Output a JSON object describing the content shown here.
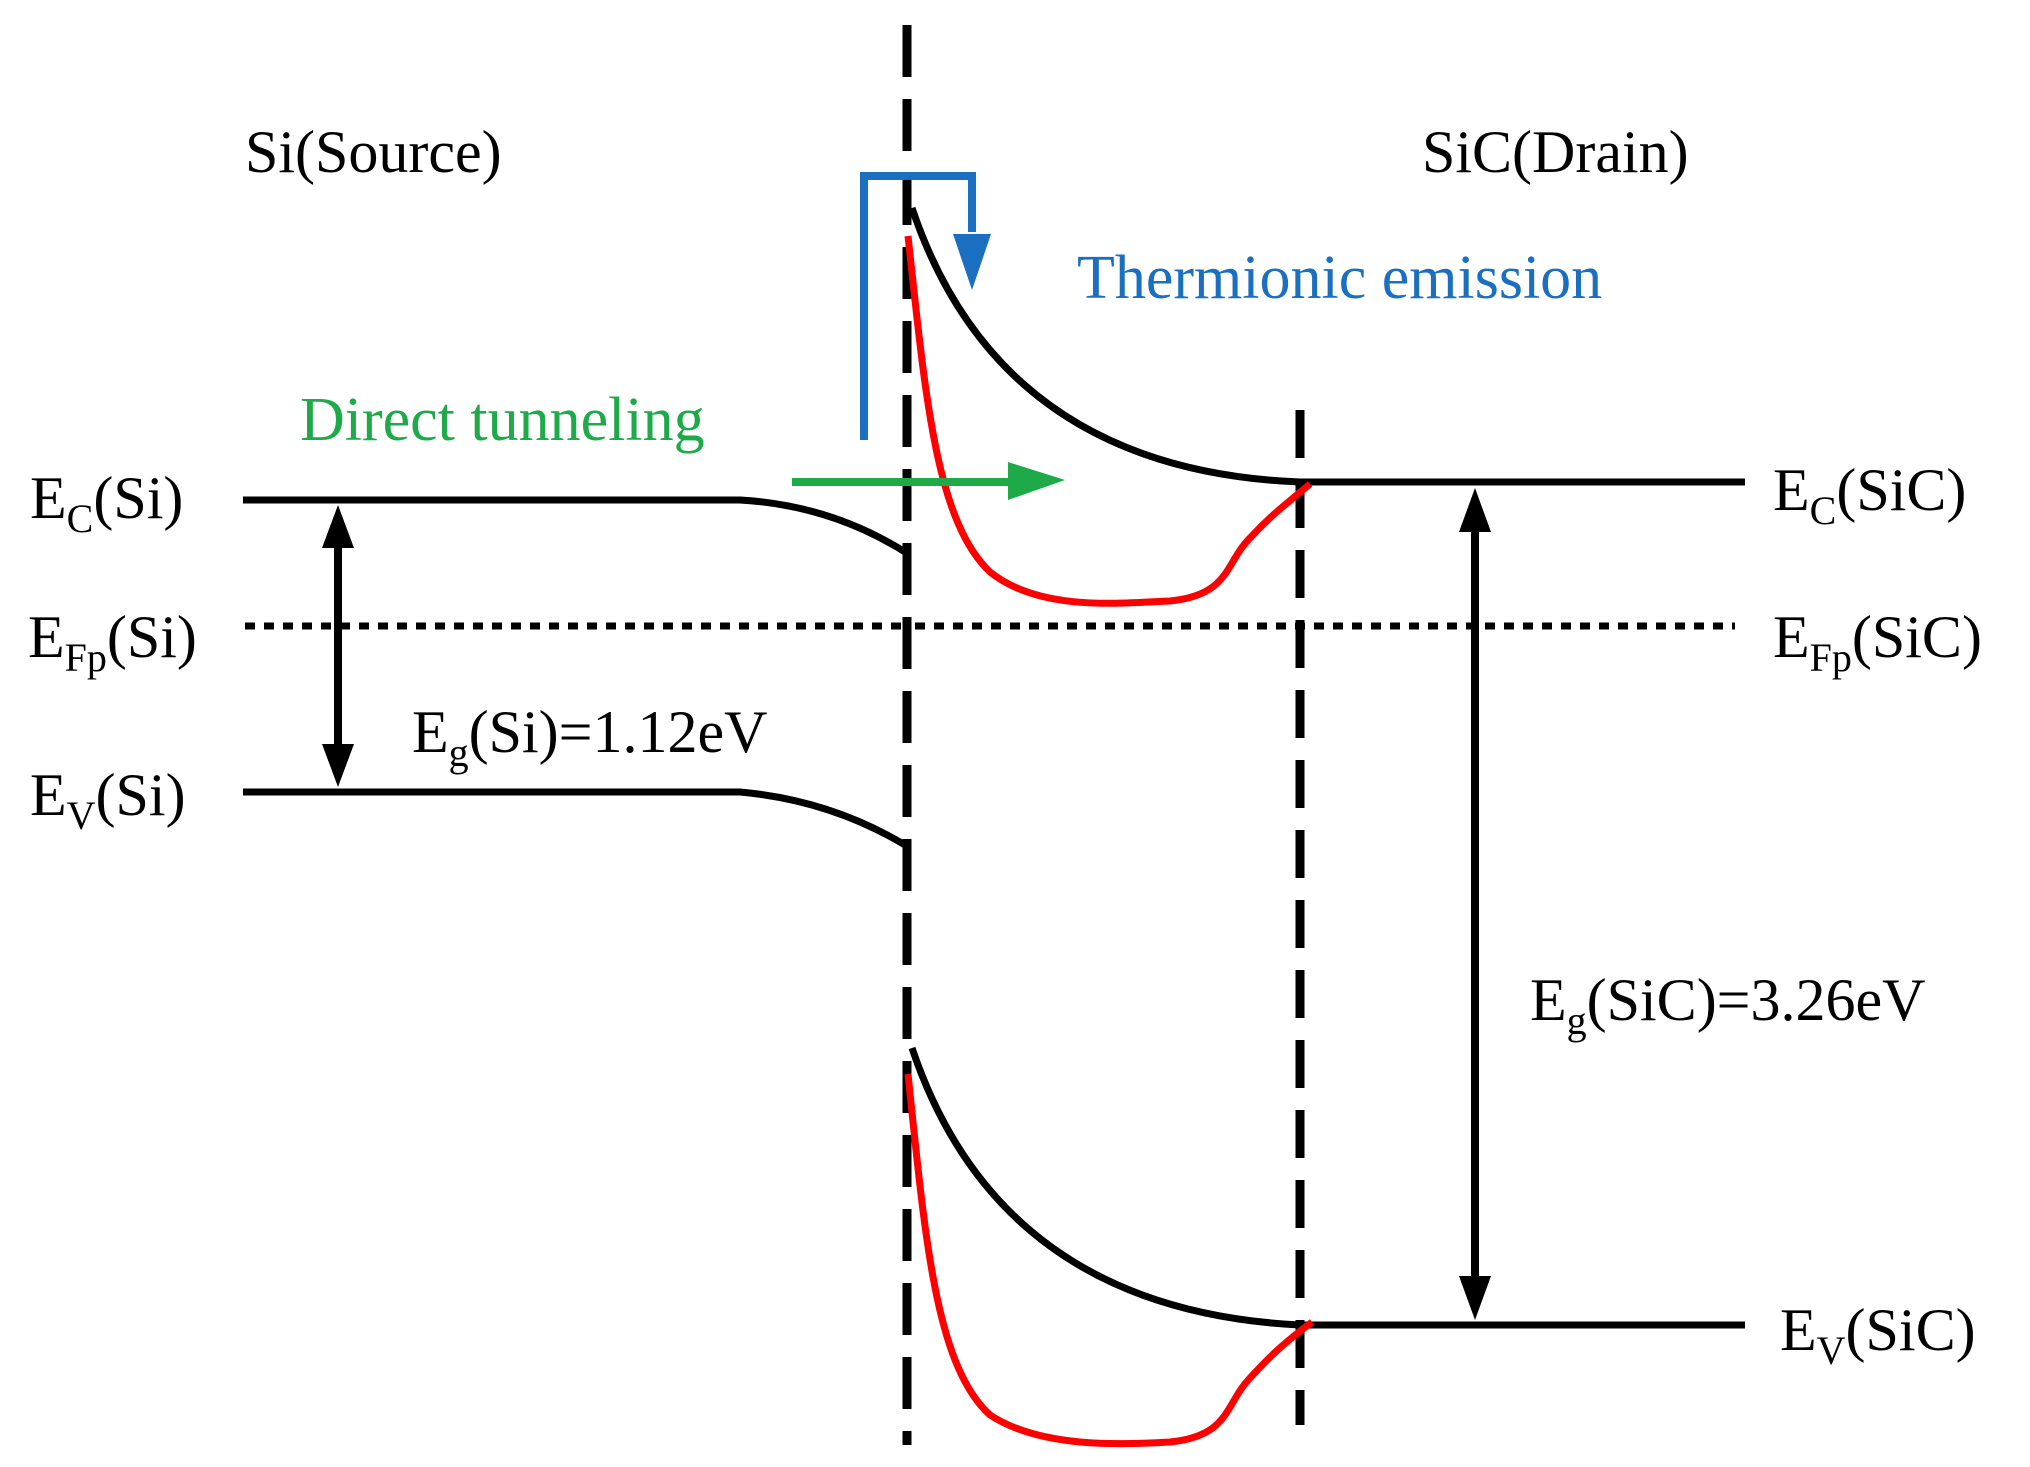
{
  "regions": {
    "source": "Si(Source)",
    "drain": "SiC(Drain)"
  },
  "mechanisms": {
    "thermionic": "Thermionic emission",
    "tunneling": "Direct tunneling"
  },
  "left_bands": {
    "ec": {
      "main": "E",
      "sub": "C",
      "rest": "(Si)"
    },
    "efp": {
      "main": "E",
      "sub": "Fp",
      "rest": "(Si)"
    },
    "ev": {
      "main": "E",
      "sub": "V",
      "rest": "(Si)"
    }
  },
  "right_bands": {
    "ec": {
      "main": "E",
      "sub": "C",
      "rest": "(SiC)"
    },
    "efp": {
      "main": "E",
      "sub": "Fp",
      "rest": "(SiC)"
    },
    "ev": {
      "main": "E",
      "sub": "V",
      "rest": "(SiC)"
    }
  },
  "bandgaps": {
    "si": {
      "main": "E",
      "sub": "g",
      "rest": "(Si)=1.12eV"
    },
    "sic": {
      "main": "E",
      "sub": "g",
      "rest": "(SiC)=3.26eV"
    }
  },
  "colors": {
    "band": "#000000",
    "bent_band": "#ff0000",
    "thermionic": "#1a6fc0",
    "tunneling": "#1faa4a"
  }
}
